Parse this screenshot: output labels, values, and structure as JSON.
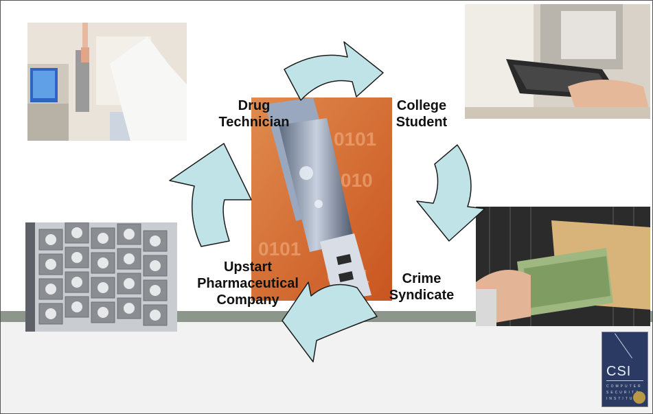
{
  "cycle_labels": {
    "drug_technician": [
      "Drug",
      "Technician"
    ],
    "college_student": [
      "College",
      "Student"
    ],
    "crime_syndicate": [
      "Crime",
      "Syndicate"
    ],
    "upstart_company": [
      "Upstart",
      "Pharmaceutical",
      "Company"
    ]
  },
  "photos": {
    "lab": "lab-technician-photo",
    "computer": "typing-at-computer-photo",
    "usb": "usb-flash-drive-photo",
    "money": "cash-envelope-photo",
    "building": "capsule-building-photo"
  },
  "logo": {
    "text": "CSI",
    "subtitle_lines": [
      "COMPUTER",
      "SECURITY",
      "INSTITUTE"
    ]
  },
  "colors": {
    "arrow_fill": "#bfe3e6",
    "arrow_stroke": "#1a1a1a",
    "footer_band": "#8c968a",
    "footer_area": "#f2f2f2",
    "logo_bg": "#2b3a63"
  }
}
